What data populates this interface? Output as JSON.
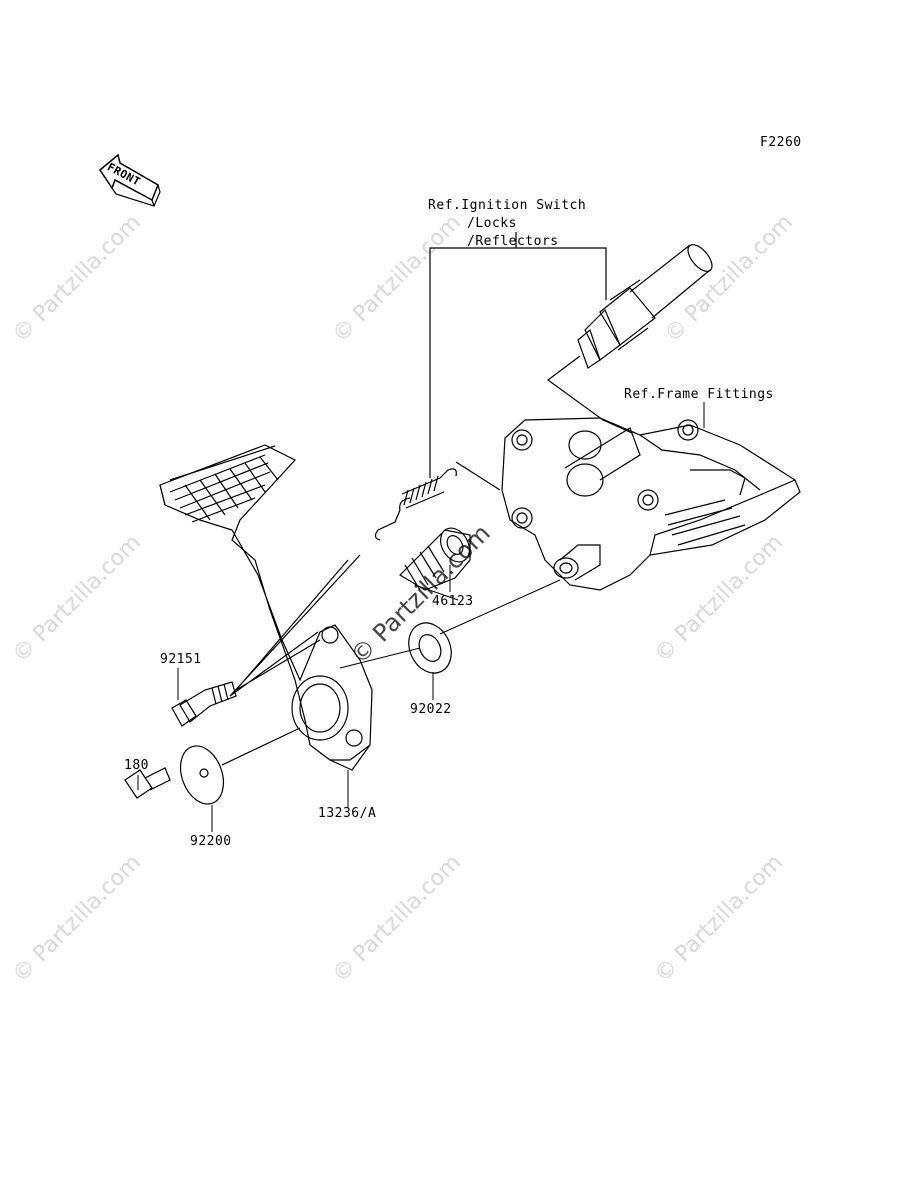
{
  "diagram": {
    "figure_code": "F2260",
    "front_label": "FRONT",
    "refs": {
      "ignition": [
        "Ref.Ignition Switch",
        "/Locks",
        "/Reflectors"
      ],
      "frame": "Ref.Frame Fittings"
    },
    "parts": [
      {
        "id": "part-92151",
        "label": "92151"
      },
      {
        "id": "part-180",
        "label": "180"
      },
      {
        "id": "part-92200",
        "label": "92200"
      },
      {
        "id": "part-13236a",
        "label": "13236/A"
      },
      {
        "id": "part-46123",
        "label": "46123"
      },
      {
        "id": "part-92022",
        "label": "92022"
      }
    ],
    "watermark": "© Partzilla.com"
  }
}
